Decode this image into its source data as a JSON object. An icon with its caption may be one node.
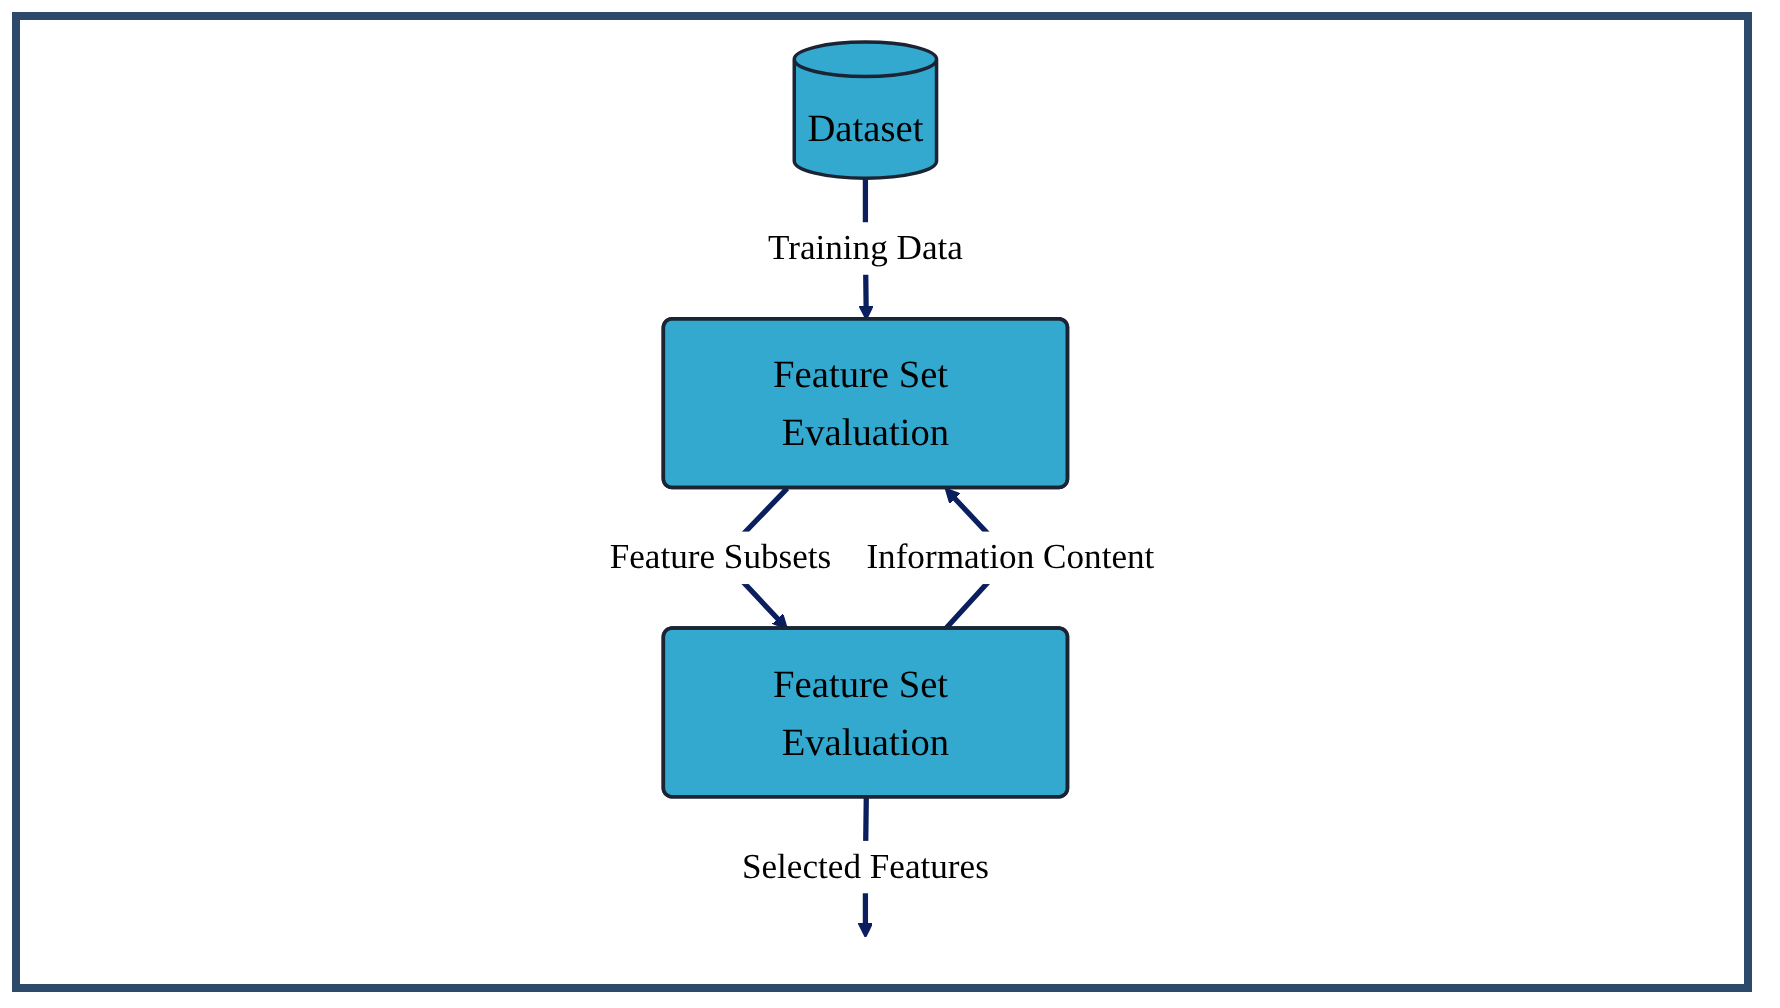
{
  "diagram": {
    "nodes": [
      {
        "text": [
          "Dataset"
        ]
      },
      {
        "text": [
          "Feature Set Evaluation"
        ]
      },
      {
        "text": [
          "Feature Set Evaluation"
        ]
      }
    ],
    "edges": [
      {
        "from": 0,
        "to": 1,
        "arrow": "to",
        "label": "Training Data"
      },
      {
        "from": 1,
        "to": 2,
        "arrow": "to",
        "label": "Feature Subsets"
      },
      {
        "from": 2,
        "to": 1,
        "arrow": "to",
        "label": "Information Content"
      },
      {
        "from": 2,
        "to": null,
        "arrow": "to",
        "label": "Selected Features"
      }
    ]
  }
}
